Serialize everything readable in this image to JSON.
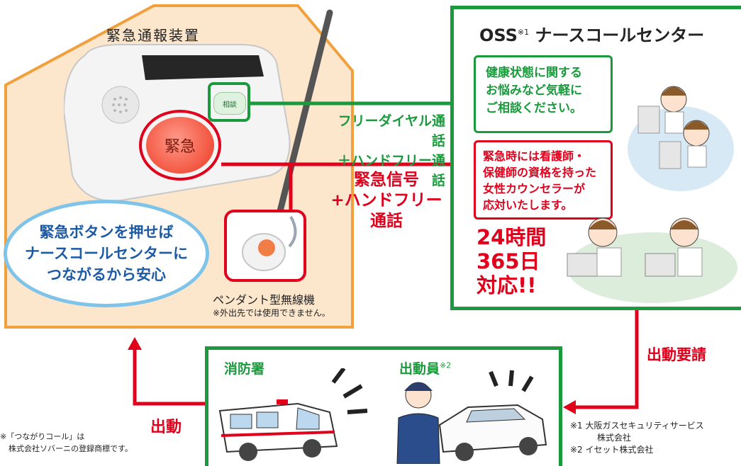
{
  "house": {
    "title": "緊急通報装置",
    "device_button_label": "緊急",
    "device_small_button_label": "相談",
    "callout_lines": [
      "緊急ボタンを押せば",
      "ナースコールセンターに",
      "つながるから安心"
    ],
    "pendant_label": "ペンダント型無線機",
    "pendant_note": "※外出先では使用できません。"
  },
  "center": {
    "title": "OSS",
    "title_sup": "※1",
    "title_rest": "ナースコールセンター",
    "bubble_green_lines": [
      "健康状態に関する",
      "お悩みなど気軽に",
      "ご相談ください。"
    ],
    "bubble_red_lines": [
      "緊急時には看護師・",
      "保健師の資格を持った",
      "女性カウンセラーが",
      "応対いたします。"
    ],
    "hours_lines": [
      "24時間",
      "365日",
      "対応!!"
    ]
  },
  "flows": {
    "green_lines": [
      "フリーダイヤル通話",
      "＋ハンドフリー通話"
    ],
    "red_lines": [
      "緊急信号",
      "+ハンドフリー",
      "通話"
    ],
    "dispatch_request": "出動要請",
    "dispatch": "出動"
  },
  "responders": {
    "fire_station": "消防署",
    "staff": "出動員",
    "staff_sup": "※2"
  },
  "notes": {
    "left_lines": [
      "※「つながりコール」は",
      "株式会社ソバーニの登録商標です。"
    ],
    "right_lines": [
      "※1 大阪ガスセキュリティサービス",
      "株式会社",
      "※2 イセット株式会社"
    ]
  },
  "colors": {
    "house_fill": "#fce6cc",
    "house_stroke": "#f0a03c",
    "green": "#1a9a3c",
    "red": "#e0001b",
    "callout_border": "#7ec3ea"
  }
}
